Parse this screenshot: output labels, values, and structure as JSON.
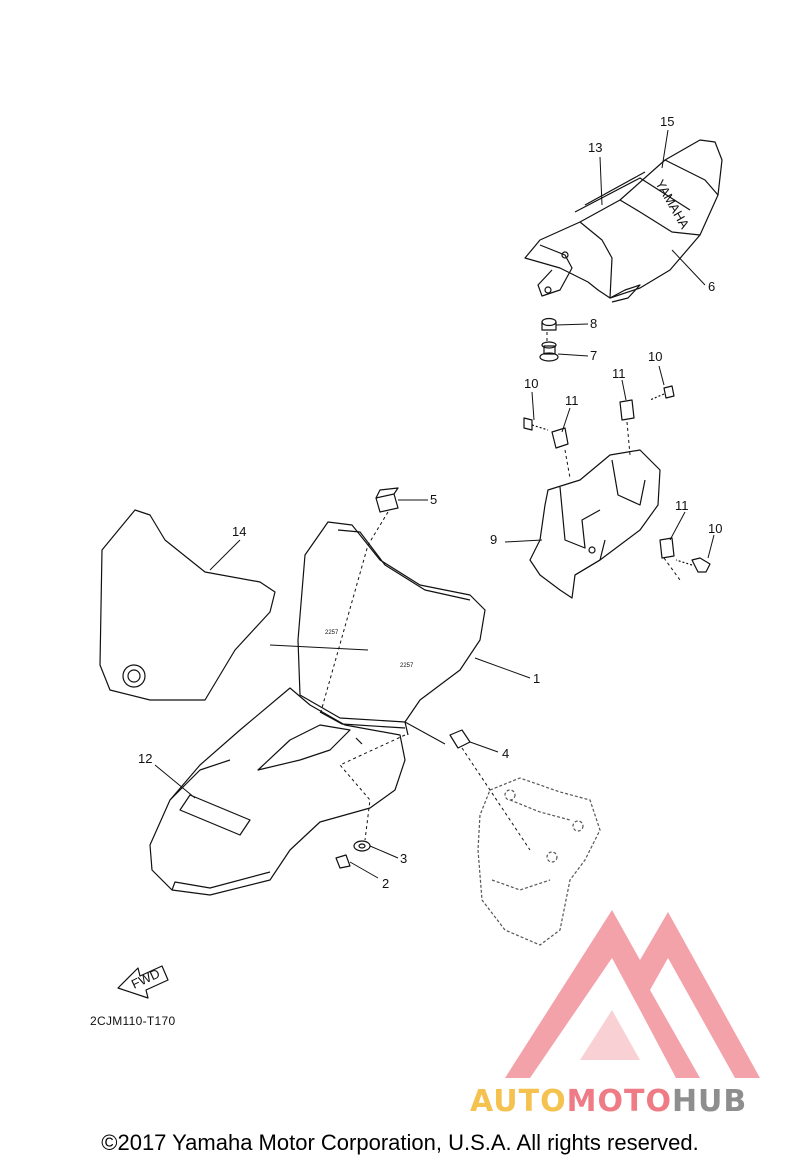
{
  "diagram": {
    "drawing_code": "2CJM110-T170",
    "fwd_label": "FWD",
    "seat_brand": "YAMAHA",
    "callouts": [
      {
        "id": "c1",
        "label": "1"
      },
      {
        "id": "c2",
        "label": "2"
      },
      {
        "id": "c3",
        "label": "3"
      },
      {
        "id": "c4",
        "label": "4"
      },
      {
        "id": "c5",
        "label": "5"
      },
      {
        "id": "c6",
        "label": "6"
      },
      {
        "id": "c7",
        "label": "7"
      },
      {
        "id": "c8",
        "label": "8"
      },
      {
        "id": "c9",
        "label": "9"
      },
      {
        "id": "c10a",
        "label": "10"
      },
      {
        "id": "c10b",
        "label": "10"
      },
      {
        "id": "c10c",
        "label": "10"
      },
      {
        "id": "c11a",
        "label": "11"
      },
      {
        "id": "c11b",
        "label": "11"
      },
      {
        "id": "c11c",
        "label": "11"
      },
      {
        "id": "c12",
        "label": "12"
      },
      {
        "id": "c13",
        "label": "13"
      },
      {
        "id": "c14",
        "label": "14"
      },
      {
        "id": "c15",
        "label": "15"
      }
    ]
  },
  "watermark": {
    "part1": "AUTO",
    "part2": "MOTO",
    "part3": "HUB",
    "color1": "#f5c14f",
    "color2": "#ef7b86",
    "color3": "#8e8e8e"
  },
  "footer": {
    "copyright": "©2017 Yamaha Motor Corporation, U.S.A. All rights reserved."
  }
}
